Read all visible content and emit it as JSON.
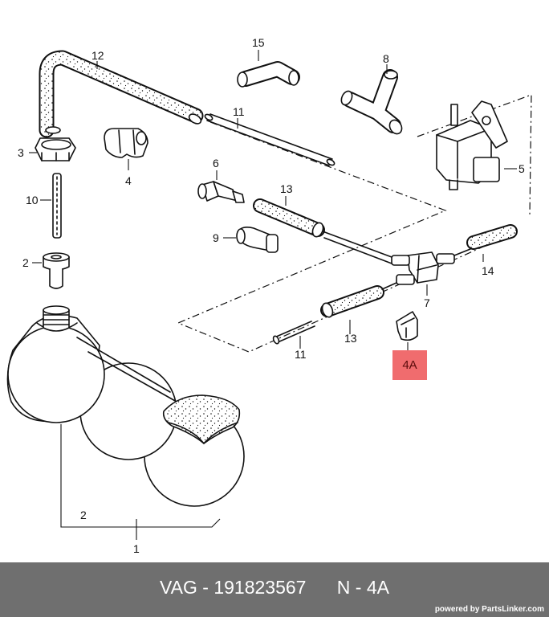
{
  "callouts": {
    "c1": "1",
    "c2_left": "2",
    "c2_bottom": "2",
    "c3": "3",
    "c4": "4",
    "c5": "5",
    "c6": "6",
    "c7": "7",
    "c8": "8",
    "c9": "9",
    "c10": "10",
    "c11_top": "11",
    "c11_bottom": "11",
    "c12": "12",
    "c13_top": "13",
    "c13_bottom": "13",
    "c14": "14",
    "c15": "15"
  },
  "highlight": {
    "label": "4A",
    "color": "#f06c6e"
  },
  "footer": {
    "part_number": "VAG - 191823567      N - 4A",
    "credit": "powered by PartsLinker.com",
    "background": "#6f6f6f"
  }
}
